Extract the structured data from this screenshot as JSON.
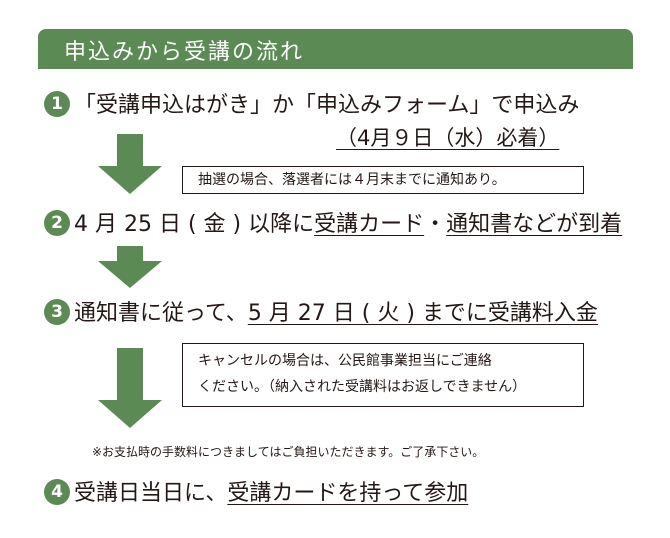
{
  "header": {
    "title": "申込みから受講の流れ"
  },
  "colors": {
    "accent": "#5b8a55",
    "text": "#231815"
  },
  "step1": {
    "number": "1",
    "text_a": "「受講申込はがき」か「申込みフォーム」で申込み",
    "deadline": "（4月９日（水）必着）"
  },
  "note1": {
    "text": "抽選の場合、落選者には４月末までに通知あり。"
  },
  "step2": {
    "number": "2",
    "text_a": "4 月 25 日 ( 金 ) 以降に",
    "link_a": "受講カード",
    "sep": "・",
    "link_b": "通知書などが到着"
  },
  "step3": {
    "number": "3",
    "text_a": "通知書に従って、",
    "link_a": "5 月 27 日 ( 火 ) までに受講料入金"
  },
  "note3": {
    "line1": "キャンセルの場合は、公民館事業担当にご連絡",
    "line2": "ください。（納入された受講料はお返しできません）"
  },
  "footnote": "※お支払時の手数料につきましてはご負担いただきます。ご了承下さい。",
  "step4": {
    "number": "4",
    "text_a": "受講日当日に、",
    "link_a": "受講カードを持って参加"
  }
}
